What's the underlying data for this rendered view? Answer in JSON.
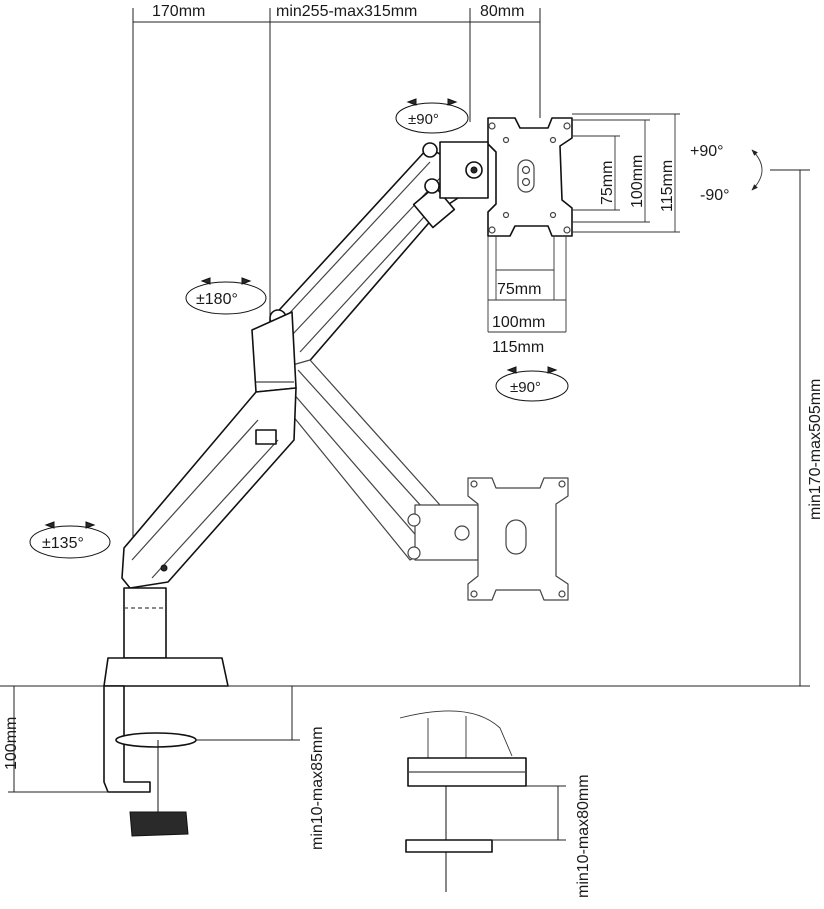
{
  "dimensions": {
    "top_170": "170mm",
    "top_255_315": "min255-max315mm",
    "top_80": "80mm",
    "vesa_v_75": "75mm",
    "vesa_v_100": "100mm",
    "vesa_v_115": "115mm",
    "vesa_h_75": "75mm",
    "vesa_h_100": "100mm",
    "vesa_h_115": "115mm",
    "height_range": "min170-max505mm",
    "clamp_height": "100mm",
    "desk_range_clamp": "min10-max85mm",
    "desk_range_grommet": "min10-max80mm"
  },
  "rotations": {
    "tilt_up": "+90°",
    "tilt_down": "-90°",
    "head_swivel": "±90°",
    "elbow_swivel": "±180°",
    "base_swivel": "±135°",
    "rotate": "±90°"
  },
  "colors": {
    "line": "#111111",
    "background": "#ffffff"
  }
}
